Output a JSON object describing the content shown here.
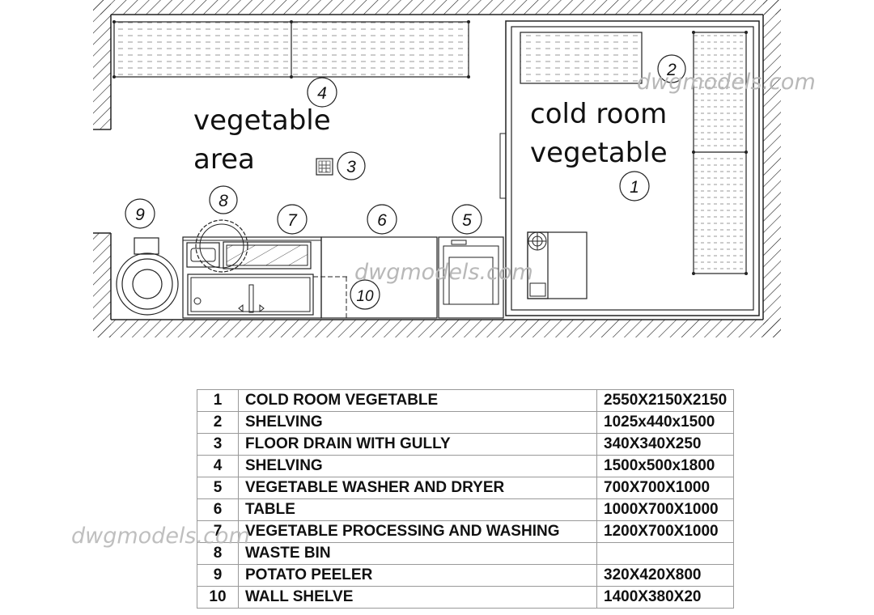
{
  "plan": {
    "area_labels": {
      "vegetable_area_line1": "vegetable",
      "vegetable_area_line2": "area",
      "cold_room_line1": "cold room",
      "cold_room_line2": "vegetable"
    },
    "callouts": {
      "c1": "1",
      "c2": "2",
      "c3": "3",
      "c4": "4",
      "c5": "5",
      "c6": "6",
      "c7": "7",
      "c8": "8",
      "c9": "9",
      "c10": "10"
    },
    "watermarks": {
      "top": "dwgmodels.com",
      "middle": "dwgmodels.com",
      "bottom": "dwgmodels.com"
    }
  },
  "legend": {
    "rows": [
      {
        "no": "1",
        "desc": "COLD ROOM    VEGETABLE",
        "size": "2550X2150X2150"
      },
      {
        "no": "2",
        "desc": "SHELVING",
        "size": "1025x440x1500"
      },
      {
        "no": "3",
        "desc": "FLOOR DRAIN WITH GULLY",
        "size": "340X340X250"
      },
      {
        "no": "4",
        "desc": "SHELVING",
        "size": "1500x500x1800"
      },
      {
        "no": "5",
        "desc": "VEGETABLE WASHER AND DRYER",
        "size": "700X700X1000"
      },
      {
        "no": "6",
        "desc": "TABLE",
        "size": "1000X700X1000"
      },
      {
        "no": "7",
        "desc": "VEGETABLE PROCESSING AND WASHING",
        "size": "1200X700X1000"
      },
      {
        "no": "8",
        "desc": "WASTE BIN",
        "size": ""
      },
      {
        "no": "9",
        "desc": "POTATO PEELER",
        "size": "320X420X800"
      },
      {
        "no": "10",
        "desc": "WALL SHELVE",
        "size": "1400X380X20"
      }
    ]
  }
}
